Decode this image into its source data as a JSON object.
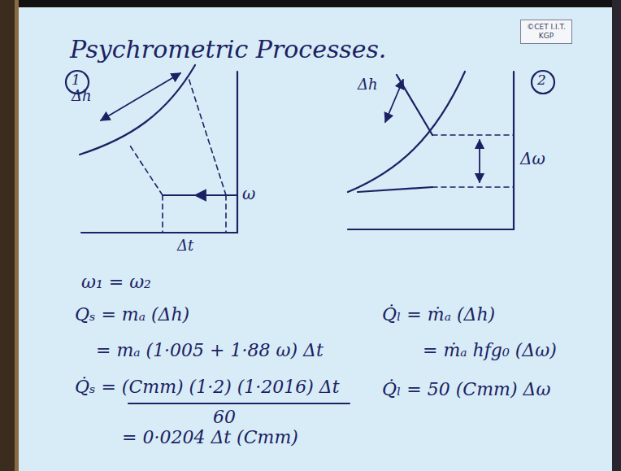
{
  "diagram": {
    "title": "Psychrometric Processes.",
    "nodes": [
      {
        "text": [
          "©CET I.I.T. KGP"
        ]
      }
    ],
    "labels": [
      "1",
      "Δh",
      "ω",
      "Δt",
      "2",
      "Δh",
      "Δω",
      "ω₁ = ω₂",
      "Qₛ = mₐ (Δh)",
      "= mₐ (1·005 + 1·88 ω) Δt",
      "Q̇ₛ = (Cmm) (1·2) (1·2016) Δt",
      "60",
      "= 0·0204 Δt (Cmm)",
      "Q̇ₗ = ṁₐ (Δh)",
      "= ṁₐ hfg₀ (Δω)",
      "Q̇ₗ = 50 (Cmm) Δω"
    ]
  }
}
